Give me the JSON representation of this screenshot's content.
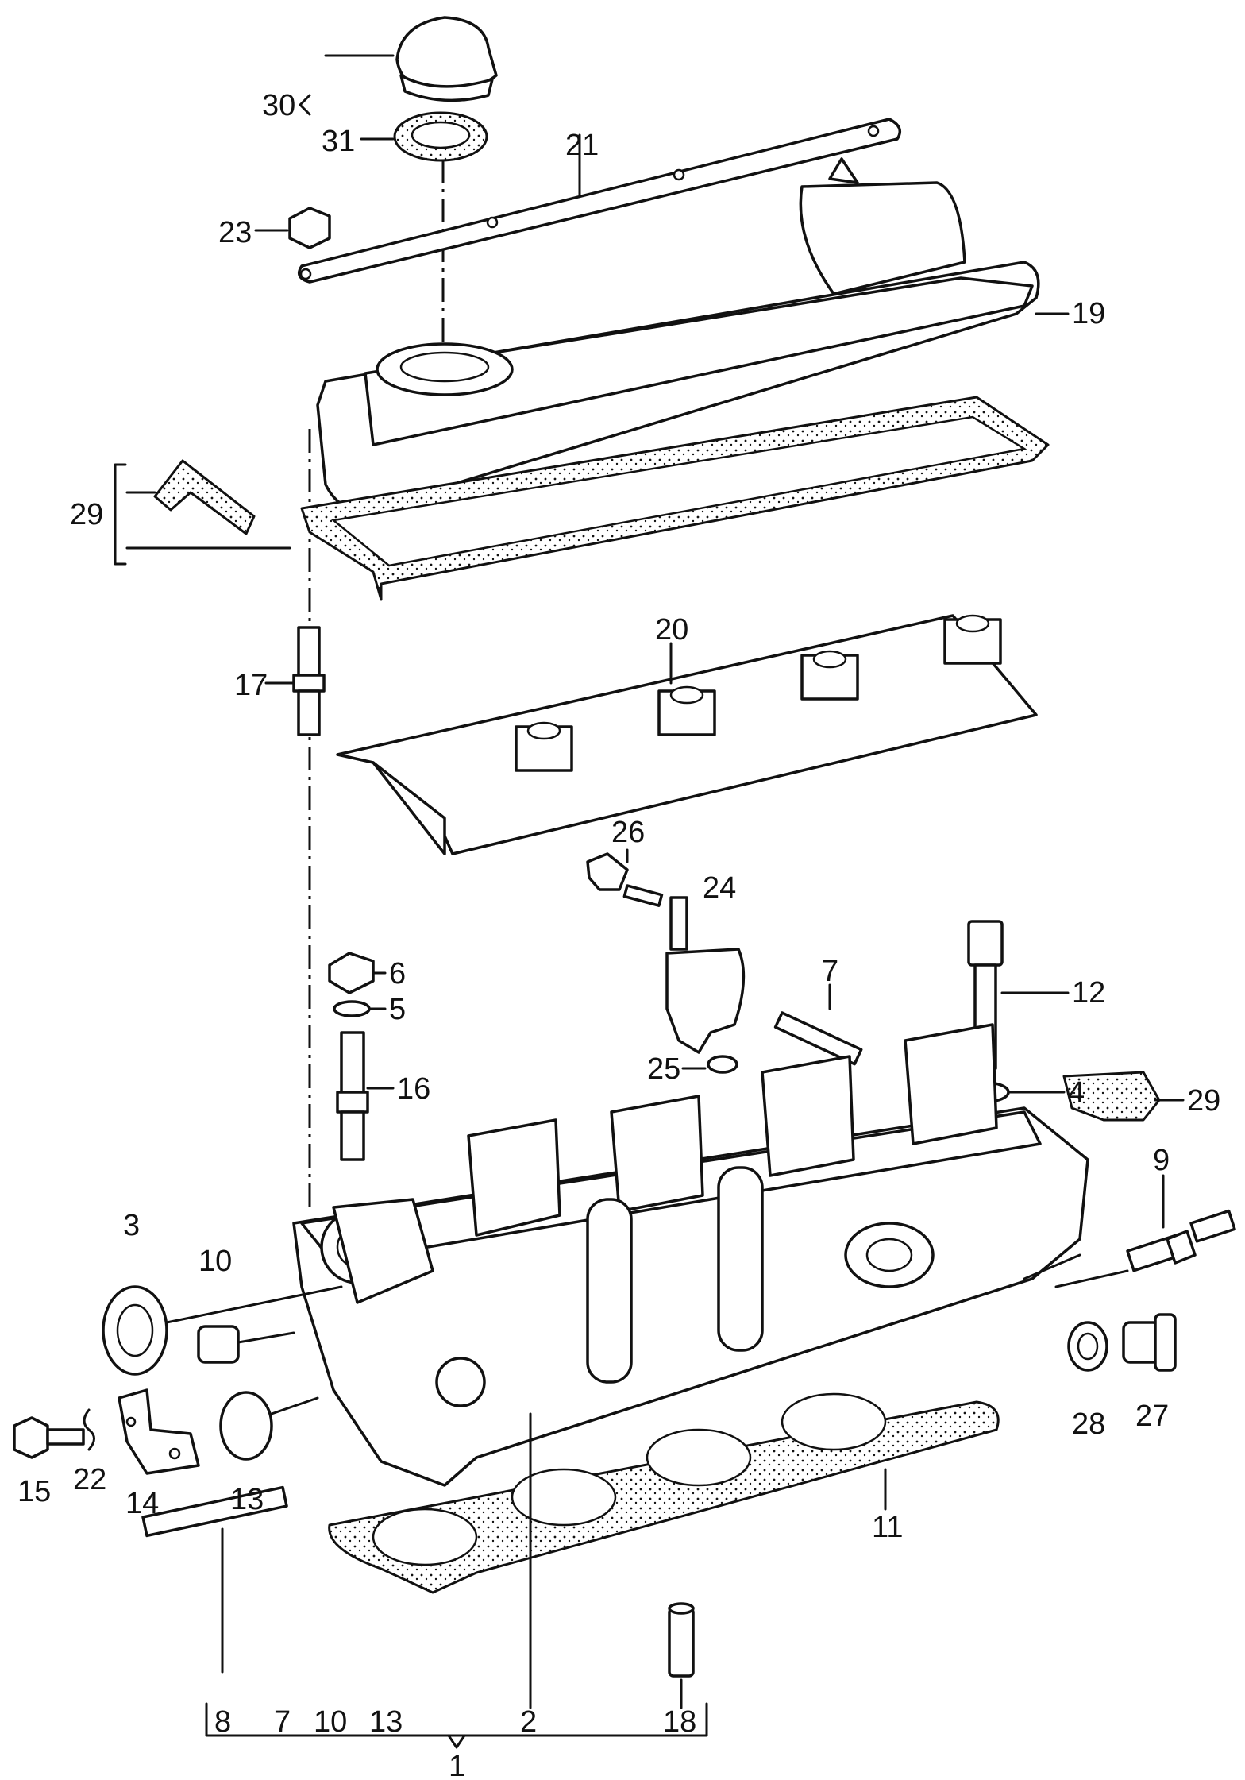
{
  "diagram": {
    "labels": {
      "l1": "1",
      "l2": "2",
      "l3": "3",
      "l4": "4",
      "l5": "5",
      "l6": "6",
      "l7a": "7",
      "l7b": "7",
      "l8": "8",
      "l9": "9",
      "l10a": "10",
      "l10b": "10",
      "l11": "11",
      "l12": "12",
      "l13a": "13",
      "l13b": "13",
      "l14": "14",
      "l15": "15",
      "l16": "16",
      "l17": "17",
      "l18": "18",
      "l19": "19",
      "l20": "20",
      "l21": "21",
      "l22": "22",
      "l23": "23",
      "l24": "24",
      "l25": "25",
      "l26": "26",
      "l27": "27",
      "l28": "28",
      "l29a": "29",
      "l29b": "29",
      "l30": "30",
      "l31": "31"
    }
  }
}
